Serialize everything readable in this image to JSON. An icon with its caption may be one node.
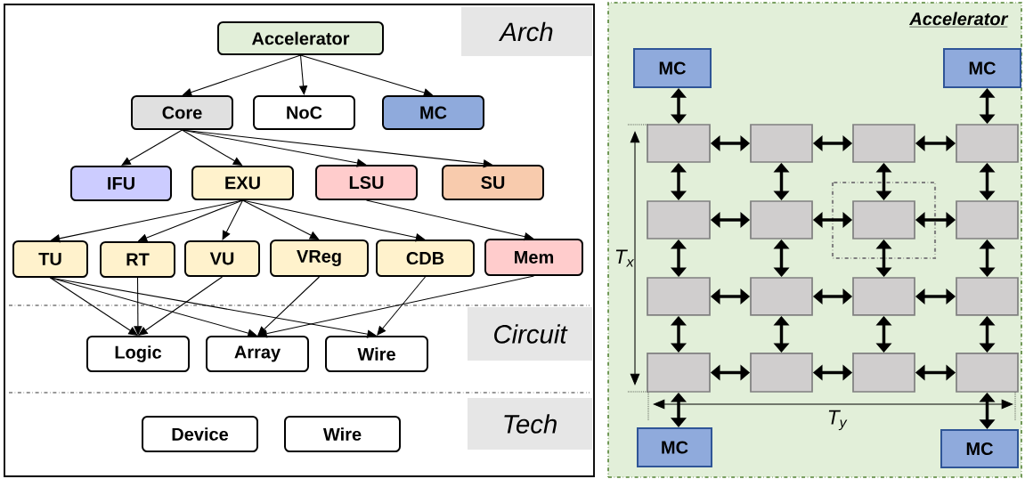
{
  "diagram": {
    "nodes": [
      {
        "text": [],
        "shape": "box"
      },
      {
        "text": [
          "Arch"
        ],
        "in": 0
      },
      {
        "text": [
          "Accelerator"
        ],
        "in": 0
      },
      {
        "text": [
          "Core"
        ],
        "in": 0
      },
      {
        "text": [
          "NoC"
        ],
        "in": 0
      },
      {
        "text": [
          "MC"
        ],
        "in": 0
      },
      {
        "text": [
          "IFU"
        ],
        "in": 0
      },
      {
        "text": [
          "EXU"
        ],
        "in": 0
      },
      {
        "text": [
          "LSU"
        ],
        "in": 0
      },
      {
        "text": [
          "SU"
        ],
        "in": 0
      },
      {
        "text": [
          "TU"
        ],
        "in": 0
      },
      {
        "text": [
          "RT"
        ],
        "in": 0
      },
      {
        "text": [
          "VU"
        ],
        "in": 0
      },
      {
        "text": [
          "VReg"
        ],
        "in": 0
      },
      {
        "text": [
          "CDB"
        ],
        "in": 0
      },
      {
        "text": [
          "Mem"
        ],
        "in": 0
      },
      {
        "text": [
          "Circuit"
        ],
        "in": 0
      },
      {
        "text": [
          "Logic"
        ],
        "in": 0
      },
      {
        "text": [
          "Array"
        ],
        "in": 0
      },
      {
        "text": [
          "Wire"
        ],
        "in": 0
      },
      {
        "text": [
          "Tech"
        ],
        "in": 0
      },
      {
        "text": [
          "Device"
        ],
        "in": 0
      },
      {
        "text": [
          "Wire"
        ],
        "in": 0
      },
      {
        "text": [
          "Accelerator"
        ]
      },
      {
        "text": [
          "MC"
        ],
        "in": 23
      },
      {
        "text": [
          "MC"
        ],
        "in": 23
      },
      {
        "text": [],
        "shape": "box",
        "in": 23
      },
      {
        "text": [],
        "shape": "box",
        "in": 23
      },
      {
        "text": [],
        "shape": "box",
        "in": 23
      },
      {
        "text": [],
        "shape": "box",
        "in": 23
      },
      {
        "text": [],
        "shape": "box",
        "in": 23
      },
      {
        "text": [],
        "shape": "box",
        "in": 23
      },
      {
        "text": [],
        "shape": "box",
        "in": 23
      },
      {
        "text": [],
        "shape": "box",
        "in": 23
      },
      {
        "text": [],
        "shape": "box",
        "in": 23
      },
      {
        "text": [],
        "shape": "box",
        "in": 23
      },
      {
        "text": [],
        "shape": "box",
        "in": 23
      },
      {
        "text": [],
        "shape": "box",
        "in": 23
      },
      {
        "text": [],
        "shape": "box",
        "in": 23
      },
      {
        "text": [],
        "shape": "box",
        "in": 23
      },
      {
        "text": [],
        "shape": "box",
        "in": 23
      },
      {
        "text": [],
        "shape": "box",
        "in": 23
      },
      {
        "text": [
          "MC"
        ],
        "in": 23
      },
      {
        "text": [
          "MC"
        ],
        "in": 23
      }
    ],
    "edges": [
      {
        "from": 2,
        "to": 3,
        "arrow": "to"
      },
      {
        "from": 2,
        "to": 4,
        "arrow": "to"
      },
      {
        "from": 2,
        "to": 5,
        "arrow": "to"
      },
      {
        "from": 3,
        "to": 6,
        "arrow": "to"
      },
      {
        "from": 3,
        "to": 7,
        "arrow": "to"
      },
      {
        "from": 3,
        "to": 8,
        "arrow": "to"
      },
      {
        "from": 3,
        "to": 9,
        "arrow": "to"
      },
      {
        "from": 7,
        "to": 10,
        "arrow": "to"
      },
      {
        "from": 7,
        "to": 11,
        "arrow": "to"
      },
      {
        "from": 7,
        "to": 12,
        "arrow": "to"
      },
      {
        "from": 7,
        "to": 13,
        "arrow": "to"
      },
      {
        "from": 7,
        "to": 14,
        "arrow": "to"
      },
      {
        "from": 8,
        "to": 15,
        "arrow": "to"
      },
      {
        "from": 10,
        "to": 17,
        "arrow": "to"
      },
      {
        "from": 10,
        "to": 18,
        "arrow": "to"
      },
      {
        "from": 10,
        "to": 19,
        "arrow": "to"
      },
      {
        "from": 11,
        "to": 17,
        "arrow": "to"
      },
      {
        "from": 12,
        "to": 17,
        "arrow": "to"
      },
      {
        "from": 13,
        "to": 18,
        "arrow": "to"
      },
      {
        "from": 14,
        "to": 19,
        "arrow": "to"
      },
      {
        "from": 15,
        "to": 18,
        "arrow": "to"
      },
      {
        "from": 24,
        "to": 26,
        "arrow": "both"
      },
      {
        "from": 25,
        "to": 29,
        "arrow": "both"
      },
      {
        "from": 26,
        "to": 27,
        "arrow": "both"
      },
      {
        "from": 27,
        "to": 28,
        "arrow": "both"
      },
      {
        "from": 28,
        "to": 29,
        "arrow": "both"
      },
      {
        "from": 26,
        "to": 30,
        "arrow": "both"
      },
      {
        "from": 27,
        "to": 31,
        "arrow": "both"
      },
      {
        "from": 28,
        "to": 32,
        "arrow": "both"
      },
      {
        "from": 29,
        "to": 33,
        "arrow": "both"
      },
      {
        "from": 30,
        "to": 31,
        "arrow": "both"
      },
      {
        "from": 31,
        "to": 32,
        "arrow": "both"
      },
      {
        "from": 32,
        "to": 33,
        "arrow": "both"
      },
      {
        "from": 30,
        "to": 34,
        "arrow": "both"
      },
      {
        "from": 31,
        "to": 35,
        "arrow": "both"
      },
      {
        "from": 32,
        "to": 36,
        "arrow": "both"
      },
      {
        "from": 33,
        "to": 37,
        "arrow": "both"
      },
      {
        "from": 34,
        "to": 35,
        "arrow": "both"
      },
      {
        "from": 35,
        "to": 36,
        "arrow": "both"
      },
      {
        "from": 36,
        "to": 37,
        "arrow": "both"
      },
      {
        "from": 34,
        "to": 38,
        "arrow": "both"
      },
      {
        "from": 35,
        "to": 39,
        "arrow": "both"
      },
      {
        "from": 36,
        "to": 40,
        "arrow": "both"
      },
      {
        "from": 37,
        "to": 41,
        "arrow": "both"
      },
      {
        "from": 38,
        "to": 39,
        "arrow": "both"
      },
      {
        "from": 39,
        "to": 40,
        "arrow": "both"
      },
      {
        "from": 40,
        "to": 41,
        "arrow": "both"
      },
      {
        "from": 38,
        "to": 42,
        "arrow": "both"
      },
      {
        "from": 41,
        "to": 43,
        "arrow": "both"
      }
    ],
    "labels": [
      "T$_{x}$",
      "T$_{y}$"
    ]
  }
}
